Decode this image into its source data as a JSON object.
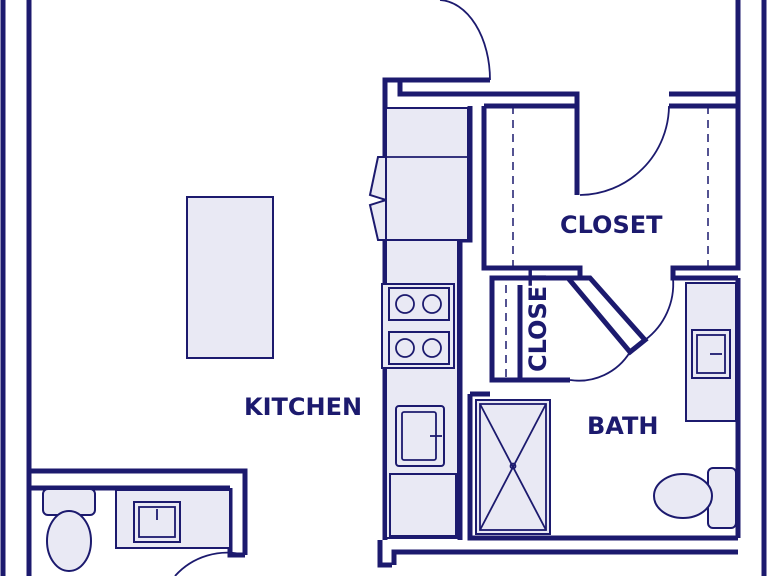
{
  "colors": {
    "wall": "#1c1a6e",
    "fixture_fill": "#e9e9f4",
    "background": "#ffffff"
  },
  "rooms": {
    "kitchen": "KITCHEN",
    "closet_main": "CLOSET",
    "closet_small": "CLOSET",
    "bath": "BATH"
  },
  "fixtures": [
    "kitchen-island",
    "cooktop",
    "kitchen-sink",
    "refrigerator",
    "shower",
    "bath-vanity",
    "toilet",
    "half-bath-sink",
    "half-bath-toilet"
  ]
}
